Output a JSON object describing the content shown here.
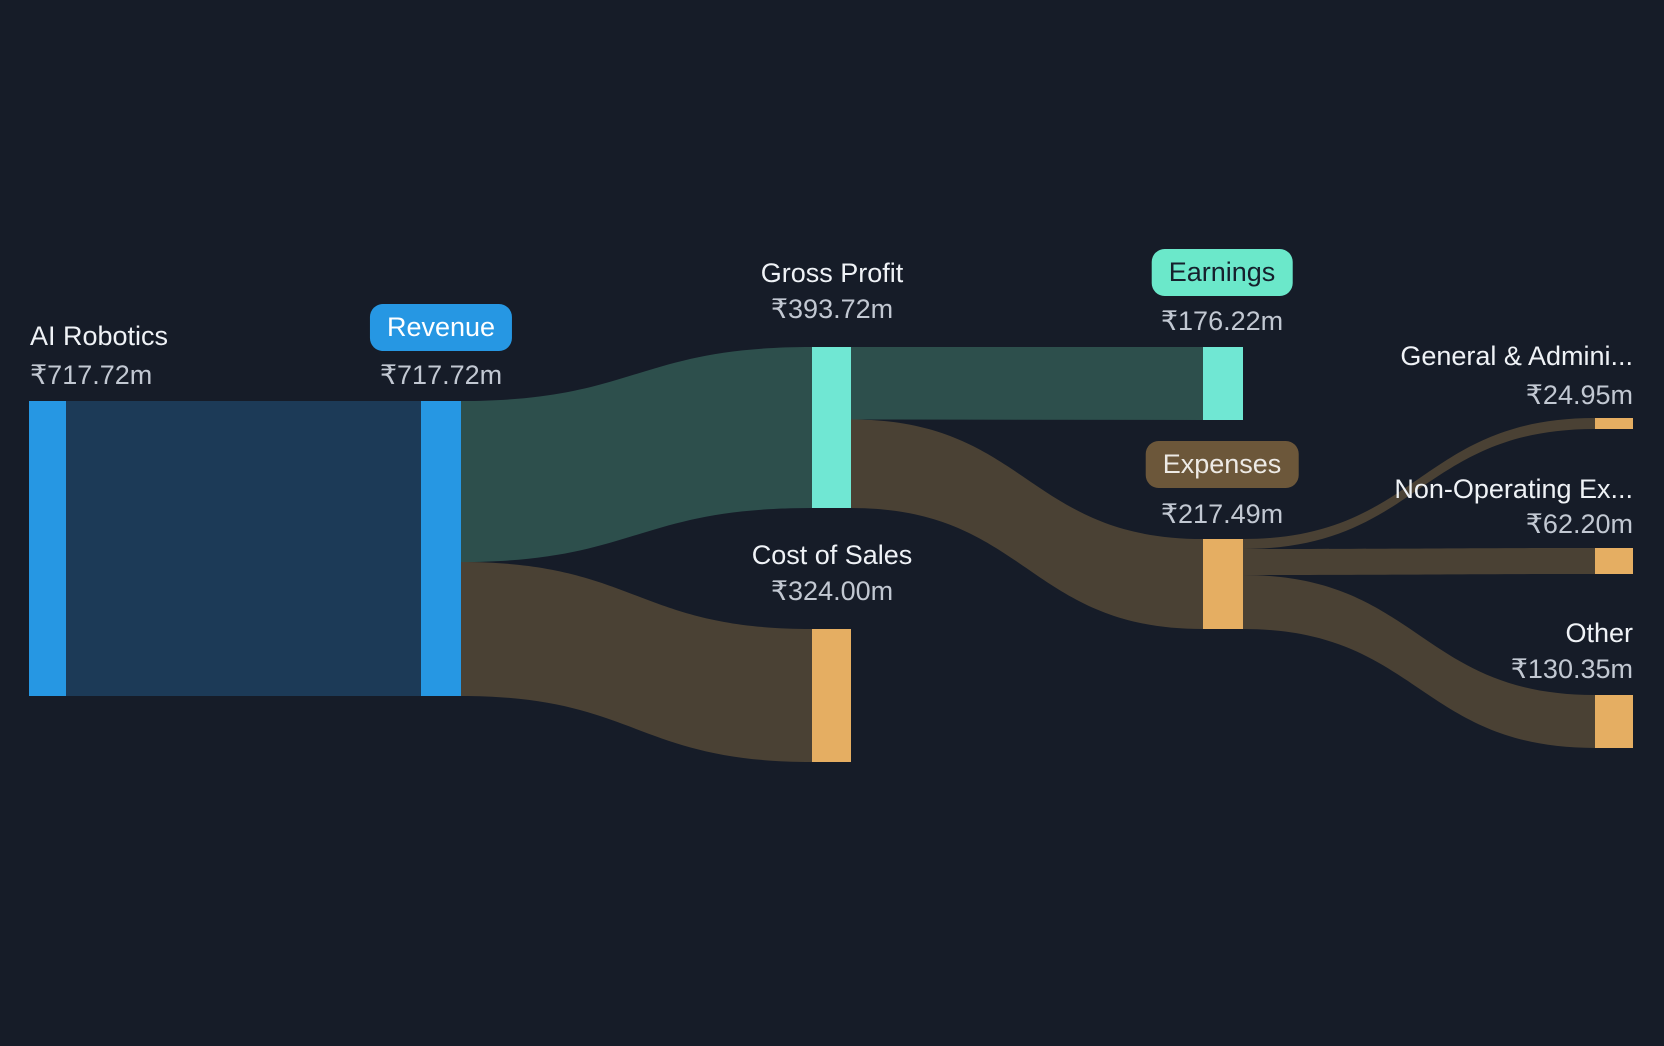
{
  "chart_data": {
    "type": "sankey",
    "title": "",
    "currency_symbol": "₹",
    "unit_suffix": "m",
    "legend_position": "none",
    "background": "#161C28",
    "nodes": [
      {
        "id": "ai-robotics",
        "label": "AI Robotics",
        "value_text": "₹717.72m",
        "value": 717.72,
        "color": "#2697E3",
        "column": 0
      },
      {
        "id": "revenue",
        "label": "Revenue",
        "value_text": "₹717.72m",
        "value": 717.72,
        "color": "#2697E3",
        "column": 1
      },
      {
        "id": "gross-profit",
        "label": "Gross Profit",
        "value_text": "₹393.72m",
        "value": 393.72,
        "color": "#70E7D3",
        "column": 2
      },
      {
        "id": "cost-of-sales",
        "label": "Cost of Sales",
        "value_text": "₹324.00m",
        "value": 324.0,
        "color": "#E5AE62",
        "column": 2
      },
      {
        "id": "earnings",
        "label": "Earnings",
        "value_text": "₹176.22m",
        "value": 176.22,
        "color": "#70E7D3",
        "column": 3
      },
      {
        "id": "expenses",
        "label": "Expenses",
        "value_text": "₹217.49m",
        "value": 217.49,
        "color": "#E5AE62",
        "column": 3
      },
      {
        "id": "general-admin",
        "label": "General & Admini...",
        "value_text": "₹24.95m",
        "value": 24.95,
        "color": "#E5AE62",
        "column": 4
      },
      {
        "id": "non-operating",
        "label": "Non-Operating Ex...",
        "value_text": "₹62.20m",
        "value": 62.2,
        "color": "#E5AE62",
        "column": 4
      },
      {
        "id": "other",
        "label": "Other",
        "value_text": "₹130.35m",
        "value": 130.35,
        "color": "#E5AE62",
        "column": 4
      }
    ],
    "links": [
      {
        "source": "ai-robotics",
        "target": "revenue",
        "value": 717.72,
        "color": "#1C3A57"
      },
      {
        "source": "revenue",
        "target": "gross-profit",
        "value": 393.72,
        "color": "#2D4F4C"
      },
      {
        "source": "revenue",
        "target": "cost-of-sales",
        "value": 324.0,
        "color": "#4A4134"
      },
      {
        "source": "gross-profit",
        "target": "earnings",
        "value": 176.22,
        "color": "#2D4F4C"
      },
      {
        "source": "gross-profit",
        "target": "expenses",
        "value": 217.49,
        "color": "#4A4134"
      },
      {
        "source": "expenses",
        "target": "general-admin",
        "value": 24.95,
        "color": "#4A4134"
      },
      {
        "source": "expenses",
        "target": "non-operating",
        "value": 62.2,
        "color": "#4A4134"
      },
      {
        "source": "expenses",
        "target": "other",
        "value": 130.35,
        "color": "#4A4134"
      }
    ]
  },
  "colors": {
    "background": "#161C28",
    "node_blue": "#2697E3",
    "node_mint": "#70E7D3",
    "node_orange": "#E5AE62",
    "flow_blue": "#1C3A57",
    "flow_teal": "#2D4F4C",
    "flow_brown": "#4A4134",
    "pill_revenue_bg": "#2697E3",
    "pill_revenue_text": "#FFFFFF",
    "pill_earnings_bg": "#6BE8CA",
    "pill_earnings_text": "#16202D",
    "pill_expenses_bg": "#6C573A",
    "pill_expenses_text": "#EDEAE5",
    "name_text": "#EFF2F6",
    "value_text": "#C2C8D2"
  }
}
